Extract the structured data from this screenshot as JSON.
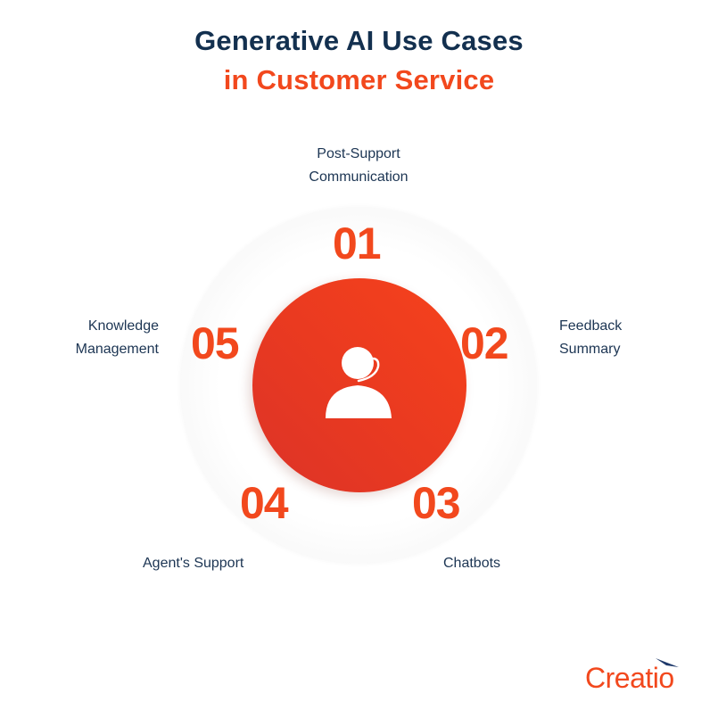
{
  "title": {
    "line1": "Generative AI Use Cases",
    "line2": "in Customer Service",
    "colors": {
      "line1": "#13304f",
      "line2": "#f2481d"
    }
  },
  "diagram": {
    "center_icon": "customer-support-agent-headset-icon",
    "accent_color": "#f2481d",
    "items": [
      {
        "number": "01",
        "label_lines": [
          "Post-Support",
          "Communication"
        ]
      },
      {
        "number": "02",
        "label_lines": [
          "Feedback",
          "Summary"
        ]
      },
      {
        "number": "03",
        "label_lines": [
          "Chatbots"
        ]
      },
      {
        "number": "04",
        "label_lines": [
          "Agent's Support"
        ]
      },
      {
        "number": "05",
        "label_lines": [
          "Knowledge",
          "Management"
        ]
      }
    ]
  },
  "brand": {
    "logo_text": "Creatio"
  }
}
